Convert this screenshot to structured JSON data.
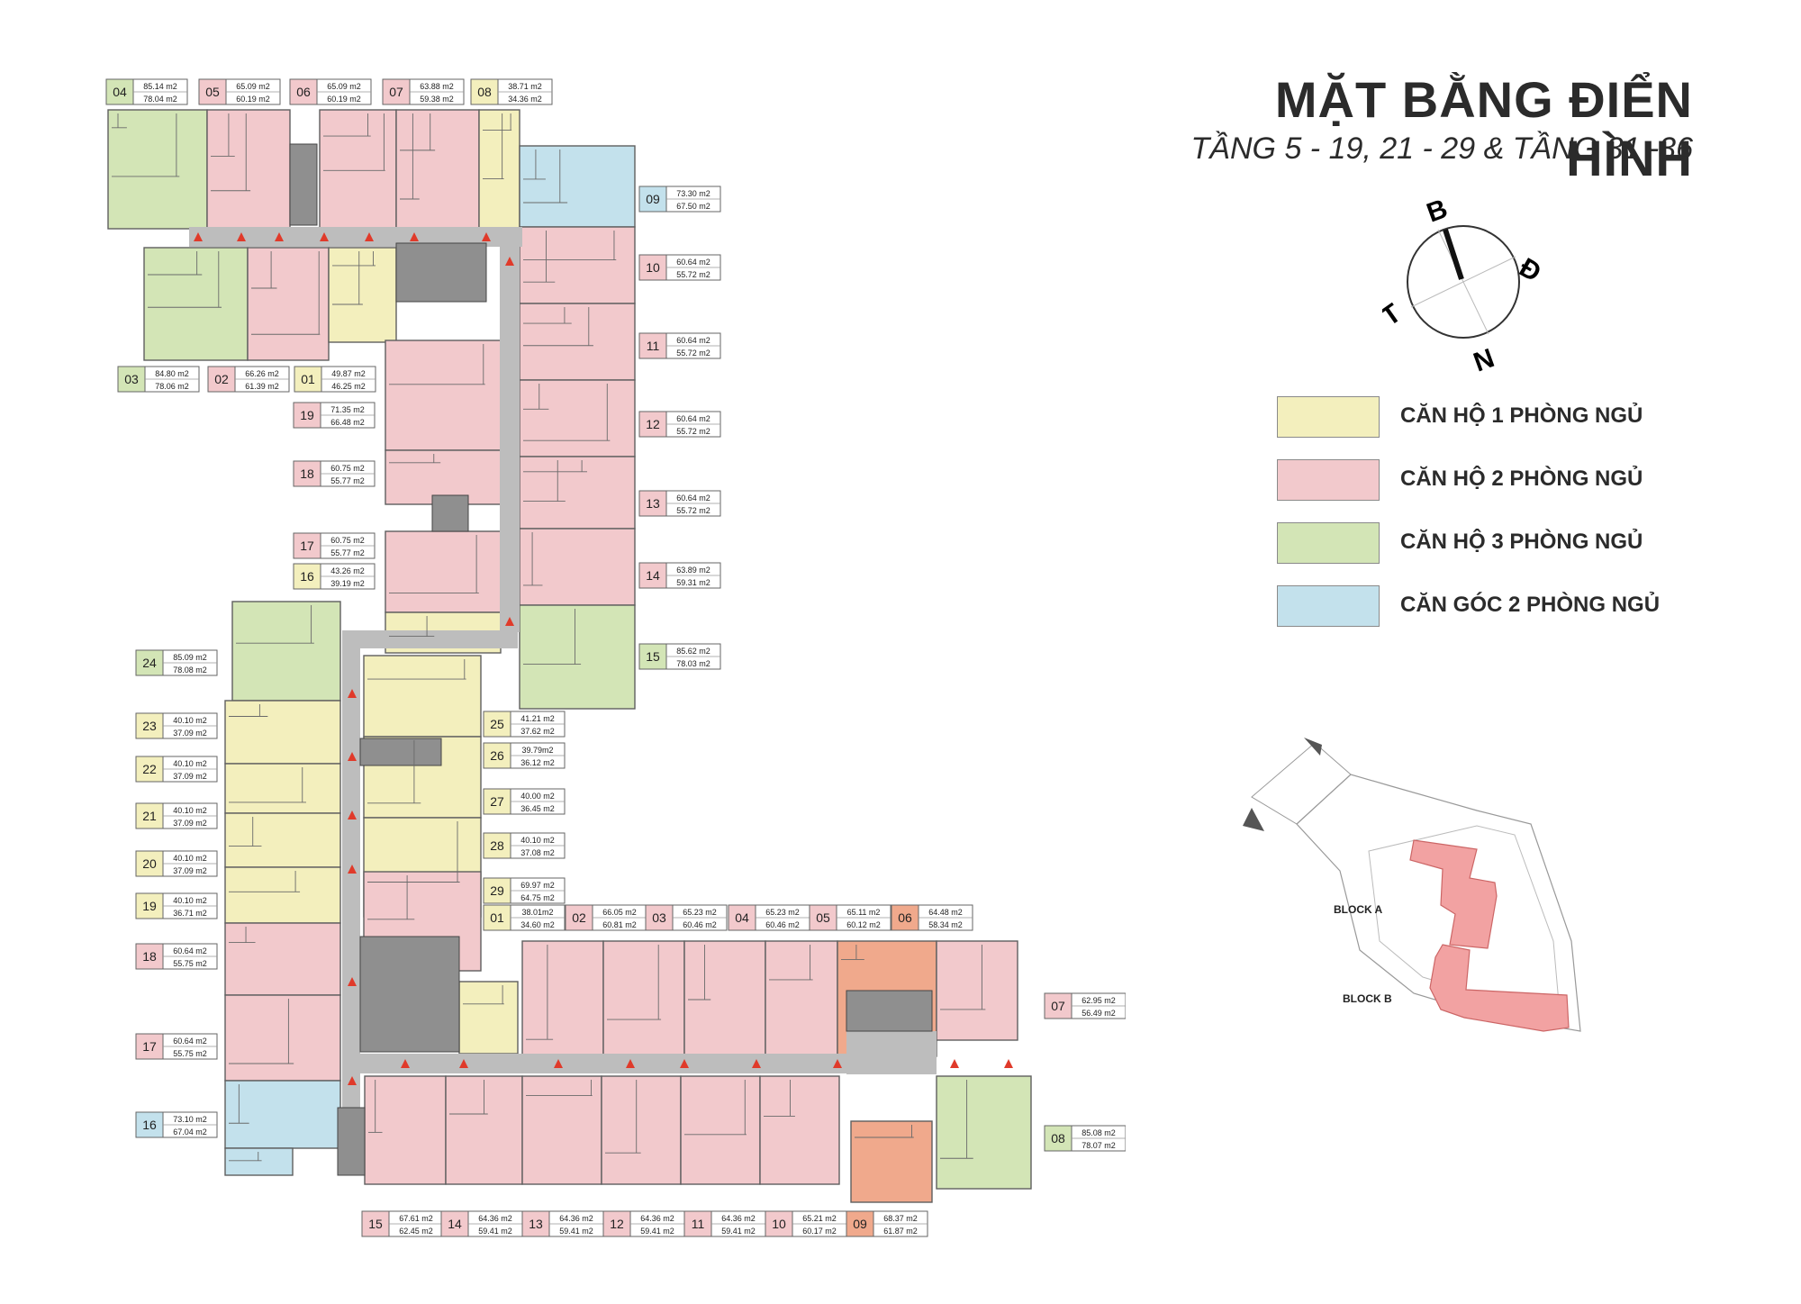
{
  "title": "MẶT BẰNG ĐIỂN HÌNH",
  "subtitle": "TẦNG 5 - 19, 21 - 29 & TẦNG 31 -36",
  "compass": {
    "north": "B",
    "east": "Đ",
    "south": "N",
    "west": "T"
  },
  "colors": {
    "one_bed": "#f3efbd",
    "two_bed": "#f2c9cc",
    "three_bed": "#d3e5b6",
    "corner_two_bed": "#c3e1ec",
    "orange_unit": "#f0a98c",
    "corridor": "#bdbdbd",
    "core": "#8f8f8f",
    "site_block": "#f2a2a2",
    "arrow": "#e03a2a"
  },
  "legend": [
    {
      "label": "CĂN HỘ 1 PHÒNG NGỦ",
      "color": "#f3efbd"
    },
    {
      "label": "CĂN HỘ 2 PHÒNG NGỦ",
      "color": "#f2c9cc"
    },
    {
      "label": "CĂN HỘ 3 PHÒNG NGỦ",
      "color": "#d3e5b6"
    },
    {
      "label": "CĂN GÓC 2 PHÒNG NGỦ",
      "color": "#c3e1ec"
    }
  ],
  "site_plan": {
    "block_a": "BLOCK A",
    "block_b": "BLOCK B"
  },
  "units": [
    {
      "block": "A",
      "no": "04",
      "type": "three_bed",
      "a1": "85.14 m2",
      "a2": "78.04 m2"
    },
    {
      "block": "A",
      "no": "05",
      "type": "two_bed",
      "a1": "65.09 m2",
      "a2": "60.19 m2"
    },
    {
      "block": "A",
      "no": "06",
      "type": "two_bed",
      "a1": "65.09 m2",
      "a2": "60.19 m2"
    },
    {
      "block": "A",
      "no": "07",
      "type": "two_bed",
      "a1": "63.88 m2",
      "a2": "59.38 m2"
    },
    {
      "block": "A",
      "no": "08",
      "type": "one_bed",
      "a1": "38.71 m2",
      "a2": "34.36 m2"
    },
    {
      "block": "A",
      "no": "09",
      "type": "corner_two_bed",
      "a1": "73.30 m2",
      "a2": "67.50 m2"
    },
    {
      "block": "A",
      "no": "10",
      "type": "two_bed",
      "a1": "60.64 m2",
      "a2": "55.72 m2"
    },
    {
      "block": "A",
      "no": "11",
      "type": "two_bed",
      "a1": "60.64 m2",
      "a2": "55.72 m2"
    },
    {
      "block": "A",
      "no": "12",
      "type": "two_bed",
      "a1": "60.64 m2",
      "a2": "55.72 m2"
    },
    {
      "block": "A",
      "no": "13",
      "type": "two_bed",
      "a1": "60.64 m2",
      "a2": "55.72 m2"
    },
    {
      "block": "A",
      "no": "14",
      "type": "two_bed",
      "a1": "63.89 m2",
      "a2": "59.31 m2"
    },
    {
      "block": "A",
      "no": "15",
      "type": "three_bed",
      "a1": "85.62 m2",
      "a2": "78.03 m2"
    },
    {
      "block": "A",
      "no": "03",
      "type": "three_bed",
      "a1": "84.80 m2",
      "a2": "78.06 m2"
    },
    {
      "block": "A",
      "no": "02",
      "type": "two_bed",
      "a1": "66.26 m2",
      "a2": "61.39 m2"
    },
    {
      "block": "A",
      "no": "01",
      "type": "one_bed",
      "a1": "49.87 m2",
      "a2": "46.25 m2"
    },
    {
      "block": "A",
      "no": "19",
      "type": "two_bed",
      "a1": "71.35 m2",
      "a2": "66.48 m2"
    },
    {
      "block": "A",
      "no": "18",
      "type": "two_bed",
      "a1": "60.75 m2",
      "a2": "55.77 m2"
    },
    {
      "block": "A",
      "no": "17",
      "type": "two_bed",
      "a1": "60.75 m2",
      "a2": "55.77 m2"
    },
    {
      "block": "A",
      "no": "16",
      "type": "one_bed",
      "a1": "43.26 m2",
      "a2": "39.19 m2"
    },
    {
      "block": "B",
      "no": "24",
      "type": "three_bed",
      "a1": "85.09 m2",
      "a2": "78.08 m2"
    },
    {
      "block": "B",
      "no": "23",
      "type": "one_bed",
      "a1": "40.10 m2",
      "a2": "37.09 m2"
    },
    {
      "block": "B",
      "no": "22",
      "type": "one_bed",
      "a1": "40.10 m2",
      "a2": "37.09 m2"
    },
    {
      "block": "B",
      "no": "21",
      "type": "one_bed",
      "a1": "40.10 m2",
      "a2": "37.09 m2"
    },
    {
      "block": "B",
      "no": "20",
      "type": "one_bed",
      "a1": "40.10 m2",
      "a2": "37.09 m2"
    },
    {
      "block": "B",
      "no": "19",
      "type": "one_bed",
      "a1": "40.10 m2",
      "a2": "36.71 m2"
    },
    {
      "block": "B",
      "no": "18",
      "type": "two_bed",
      "a1": "60.64 m2",
      "a2": "55.75 m2"
    },
    {
      "block": "B",
      "no": "17",
      "type": "two_bed",
      "a1": "60.64 m2",
      "a2": "55.75 m2"
    },
    {
      "block": "B",
      "no": "16",
      "type": "corner_two_bed",
      "a1": "73.10 m2",
      "a2": "67.04 m2"
    },
    {
      "block": "B",
      "no": "25",
      "type": "one_bed",
      "a1": "41.21 m2",
      "a2": "37.62 m2"
    },
    {
      "block": "B",
      "no": "26",
      "type": "one_bed",
      "a1": "39.79m2",
      "a2": "36.12 m2"
    },
    {
      "block": "B",
      "no": "27",
      "type": "one_bed",
      "a1": "40.00 m2",
      "a2": "36.45 m2"
    },
    {
      "block": "B",
      "no": "28",
      "type": "one_bed",
      "a1": "40.10 m2",
      "a2": "37.08 m2"
    },
    {
      "block": "B",
      "no": "29",
      "type": "one_bed",
      "a1": "69.97 m2",
      "a2": "64.75 m2"
    },
    {
      "block": "B",
      "no": "01",
      "type": "one_bed",
      "a1": "38.01m2",
      "a2": "34.60 m2"
    },
    {
      "block": "B",
      "no": "02",
      "type": "two_bed",
      "a1": "66.05 m2",
      "a2": "60.81 m2"
    },
    {
      "block": "B",
      "no": "03",
      "type": "two_bed",
      "a1": "65.23 m2",
      "a2": "60.46 m2"
    },
    {
      "block": "B",
      "no": "04",
      "type": "two_bed",
      "a1": "65.23 m2",
      "a2": "60.46 m2"
    },
    {
      "block": "B",
      "no": "05",
      "type": "two_bed",
      "a1": "65.11 m2",
      "a2": "60.12 m2"
    },
    {
      "block": "B",
      "no": "06",
      "type": "orange_unit",
      "a1": "64.48 m2",
      "a2": "58.34 m2"
    },
    {
      "block": "B",
      "no": "07",
      "type": "two_bed",
      "a1": "62.95 m2",
      "a2": "56.49 m2"
    },
    {
      "block": "B",
      "no": "08",
      "type": "three_bed",
      "a1": "85.08 m2",
      "a2": "78.07 m2"
    },
    {
      "block": "B",
      "no": "15",
      "type": "two_bed",
      "a1": "67.61 m2",
      "a2": "62.45 m2"
    },
    {
      "block": "B",
      "no": "14",
      "type": "two_bed",
      "a1": "64.36 m2",
      "a2": "59.41 m2"
    },
    {
      "block": "B",
      "no": "13",
      "type": "two_bed",
      "a1": "64.36 m2",
      "a2": "59.41 m2"
    },
    {
      "block": "B",
      "no": "12",
      "type": "two_bed",
      "a1": "64.36 m2",
      "a2": "59.41 m2"
    },
    {
      "block": "B",
      "no": "11",
      "type": "two_bed",
      "a1": "64.36 m2",
      "a2": "59.41 m2"
    },
    {
      "block": "B",
      "no": "10",
      "type": "two_bed",
      "a1": "65.21 m2",
      "a2": "60.17 m2"
    },
    {
      "block": "B",
      "no": "09",
      "type": "orange_unit",
      "a1": "68.37 m2",
      "a2": "61.87 m2"
    }
  ]
}
